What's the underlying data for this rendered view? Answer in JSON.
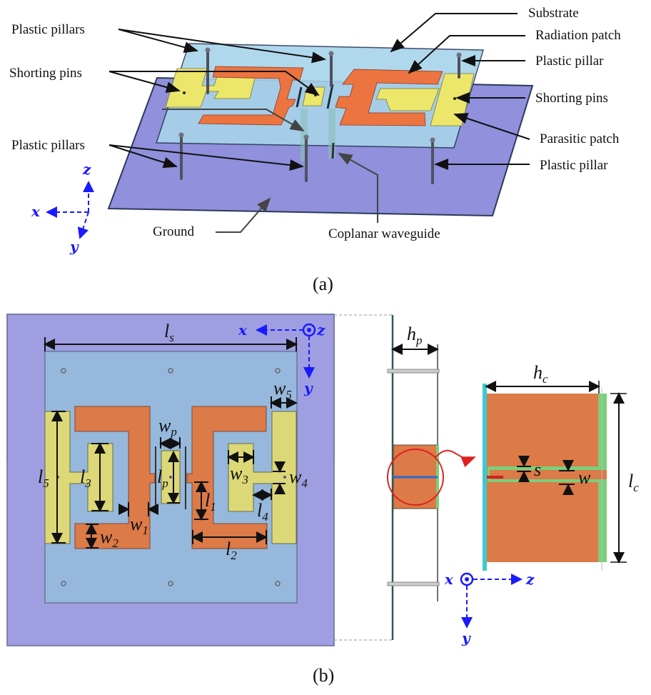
{
  "figure": {
    "panel_a": {
      "caption": "(a)",
      "labels": {
        "plastic_pillars_top": "Plastic pillars",
        "shorting_pins_left": "Shorting pins",
        "plastic_pillars_bottom": "Plastic pillars",
        "ground": "Ground",
        "coplanar_waveguide": "Coplanar waveguide",
        "substrate": "Substrate",
        "radiation_patch": "Radiation patch",
        "plastic_pillar_right_top": "Plastic pillar",
        "shorting_pins_right": "Shorting pins",
        "parasitic_patch": "Parasitic patch",
        "plastic_pillar_right_bottom": "Plastic pillar"
      },
      "axes": {
        "x": "x",
        "y": "y",
        "z": "z"
      }
    },
    "panel_b": {
      "caption": "(b)",
      "dimensions": {
        "ls": {
          "base": "l",
          "sub": "s"
        },
        "l5": {
          "base": "l",
          "sub": "5"
        },
        "l3": {
          "base": "l",
          "sub": "3"
        },
        "lp": {
          "base": "l",
          "sub": "p"
        },
        "wp": {
          "base": "w",
          "sub": "p"
        },
        "w5": {
          "base": "w",
          "sub": "5"
        },
        "w3": {
          "base": "w",
          "sub": "3"
        },
        "w4": {
          "base": "w",
          "sub": "4"
        },
        "l4": {
          "base": "l",
          "sub": "4"
        },
        "l1": {
          "base": "l",
          "sub": "1"
        },
        "w1": {
          "base": "w",
          "sub": "1"
        },
        "w2": {
          "base": "w",
          "sub": "2"
        },
        "l2": {
          "base": "l",
          "sub": "2"
        },
        "hp": {
          "base": "h",
          "sub": "p"
        },
        "hc": {
          "base": "h",
          "sub": "c"
        },
        "lc": {
          "base": "l",
          "sub": "c"
        },
        "s": {
          "base": "s",
          "sub": ""
        },
        "w": {
          "base": "w",
          "sub": ""
        }
      },
      "axes_top": {
        "x": "x",
        "y": "y",
        "z": "z"
      },
      "axes_side": {
        "x": "x",
        "y": "y",
        "z": "z"
      }
    },
    "colors": {
      "ground": "#9a9ae0",
      "substrate": "#9ec0e0",
      "substrate_light": "#b8dcec",
      "radiation_patch": "#e07a4a",
      "parasitic_patch": "#e8e070",
      "axis_blue": "#1a1aff",
      "highlight_red": "#e02020",
      "cpw_green": "#7ad07a",
      "cpw_cyan": "#40d0d0"
    }
  }
}
